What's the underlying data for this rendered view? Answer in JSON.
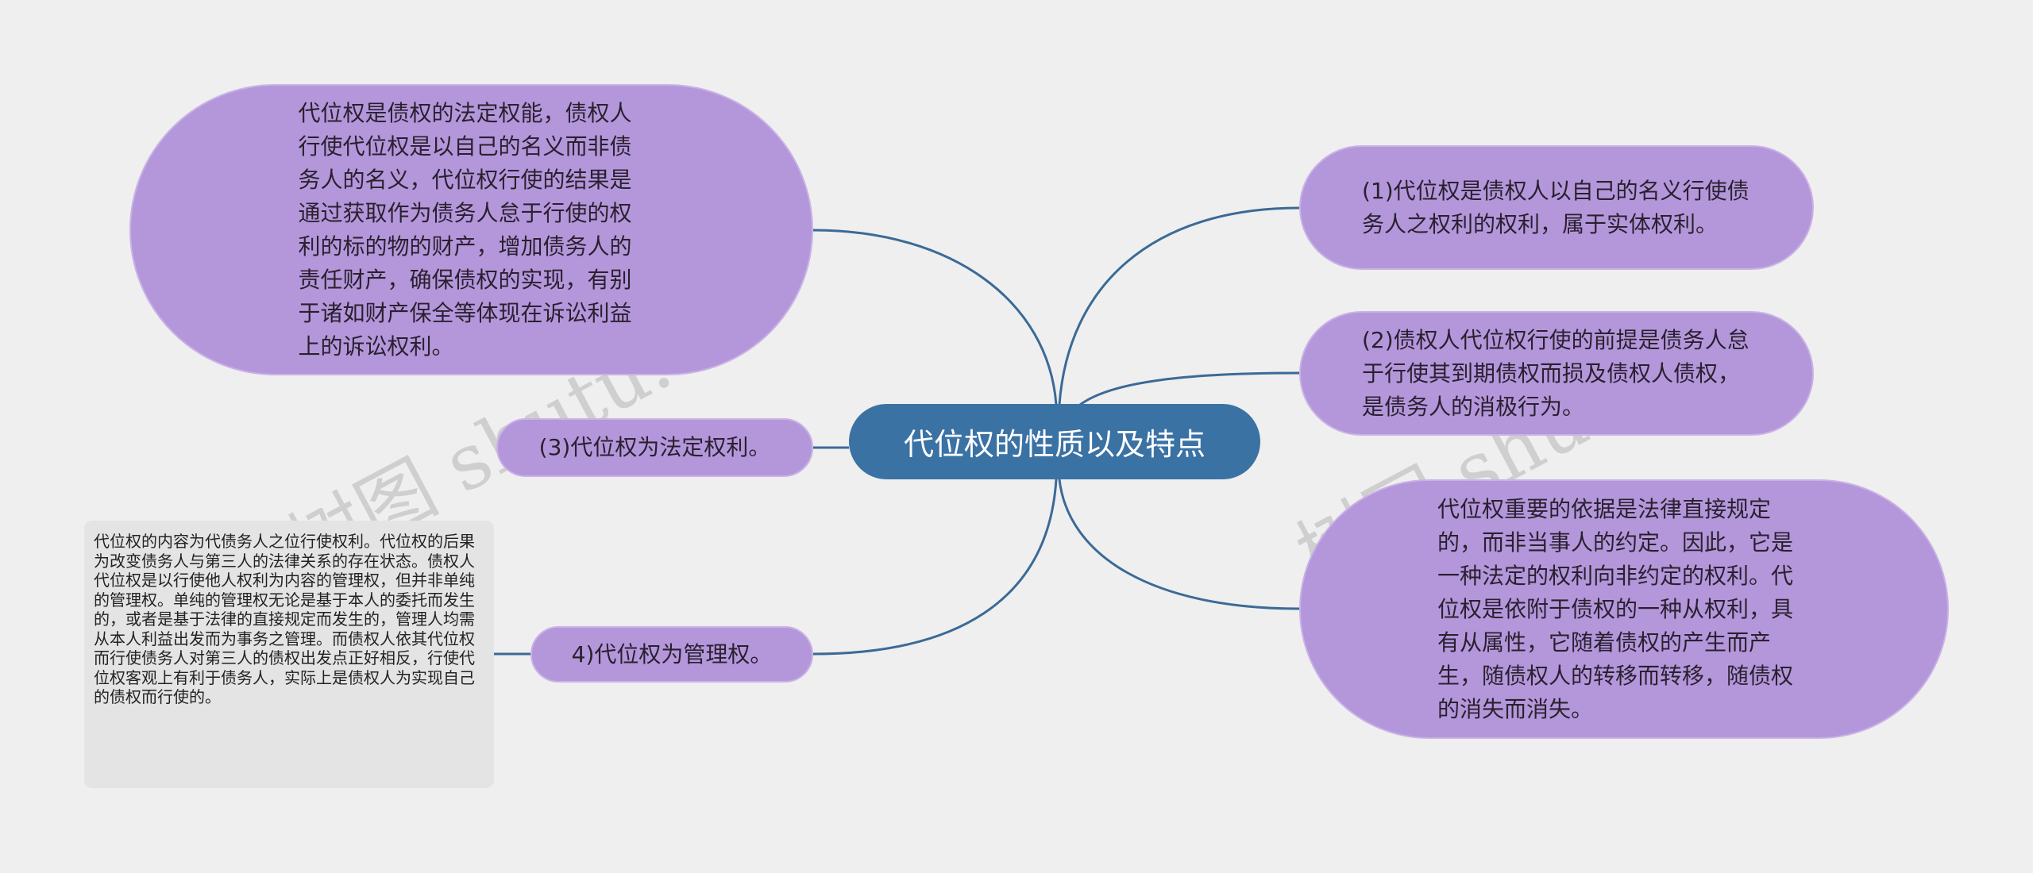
{
  "center": {
    "title": "代位权的性质以及特点"
  },
  "left_nodes": [
    {
      "text": "代位权是债权的法定权能，债权人行使代位权是以自己的名义而非债务人的名义，代位权行使的结果是通过获取作为债务人怠于行使的权利的标的物的财产，增加债务人的责任财产，确保债权的实现，有别于诸如财产保全等体现在诉讼利益上的诉讼权利。"
    },
    {
      "text": "(3)代位权为法定权利。"
    },
    {
      "text": "4)代位权为管理权。",
      "note": "代位权的内容为代债务人之位行使权利。代位权的后果为改变债务人与第三人的法律关系的存在状态。债权人代位权是以行使他人权利为内容的管理权，但并非单纯的管理权。单纯的管理权无论是基于本人的委托而发生的，或者是基于法律的直接规定而发生的，管理人均需从本人利益出发而为事务之管理。而债权人依其代位权而行使债务人对第三人的债权出发点正好相反，行使代位权客观上有利于债务人，实际上是债权人为实现自己的债权而行使的。"
    }
  ],
  "right_nodes": [
    {
      "text": "(1)代位权是债权人以自己的名义行使债务人之权利的权利，属于实体权利。"
    },
    {
      "text": "(2)债权人代位权行使的前提是债务人怠于行使其到期债权而损及债权人债权，是债务人的消极行为。"
    },
    {
      "text": "代位权重要的依据是法律直接规定的，而非当事人的约定。因此，它是一种法定的权利向非约定的权利。代位权是依附于债权的一种从权利，具有从属性，它随着债权的产生而产生，随债权人的转移而转移，随债权的消失而消失。"
    }
  ],
  "watermark": "树图 shutu.cn",
  "colors": {
    "node": "#b497da",
    "center": "#3b72a4",
    "line": "#3b6a96",
    "background": "#efefef"
  }
}
